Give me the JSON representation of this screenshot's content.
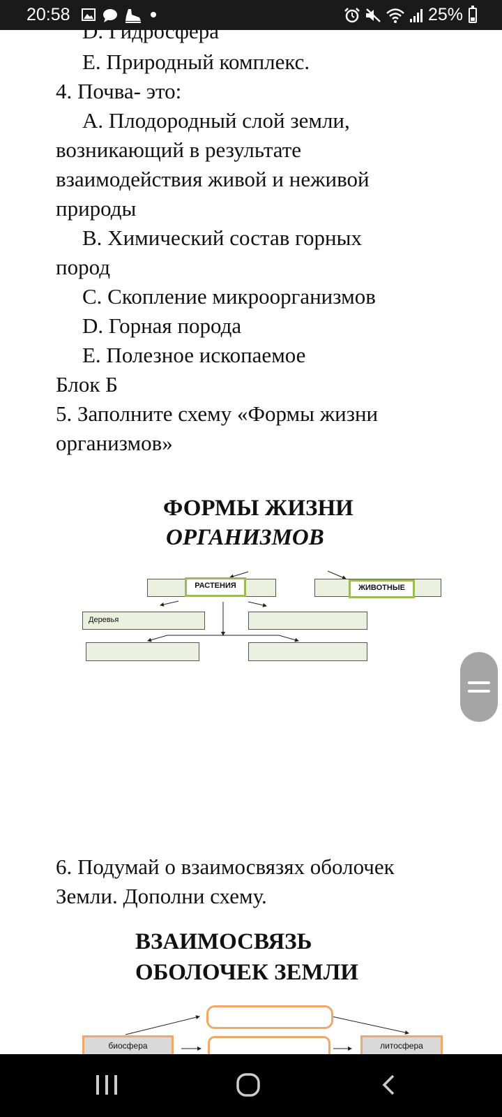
{
  "status_bar": {
    "time": "20:58",
    "battery": "25%",
    "icons": [
      "gallery-icon",
      "chat-icon",
      "shoe-icon",
      "dot-icon",
      "alarm-icon",
      "mute-icon",
      "wifi-icon",
      "signal-icon",
      "battery-icon"
    ]
  },
  "document": {
    "lines": [
      "D. Гидросфера",
      "E. Природный комплекс.",
      "4. Почва- это:",
      "A. Плодородный слой земли,",
      "возникающий в результате",
      "взаимодействия живой и неживой",
      "природы",
      "B. Химический состав горных",
      "пород",
      "C. Скопление микроорганизмов",
      "D. Горная порода",
      "E. Полезное ископаемое",
      "Блок Б",
      "5. Заполните схему «Формы жизни",
      "организмов»"
    ],
    "diagram1": {
      "title_line1": "ФОРМЫ ЖИЗНИ",
      "title_line2": "ОРГАНИЗМОВ",
      "plants_label": "РАСТЕНИЯ",
      "animals_label": "ЖИВОТНЫЕ",
      "trees_label": "Деревья"
    },
    "task6_line1": "6. Подумай о взаимосвязях оболочек",
    "task6_line2": "Земли. Дополни схему.",
    "diagram2": {
      "title_line1": "ВЗАИМОСВЯЗЬ",
      "title_line2": "ОБОЛОЧЕК ЗЕМЛИ",
      "biosphere_label": "биосфера",
      "lithosphere_label": "литосфера"
    }
  },
  "colors": {
    "status_bar": "#1a1a1a",
    "box_fill": "#ebf1de",
    "green_border": "#9bbb59",
    "orange_border": "#f0a868",
    "handle": "#a5a5a5"
  }
}
